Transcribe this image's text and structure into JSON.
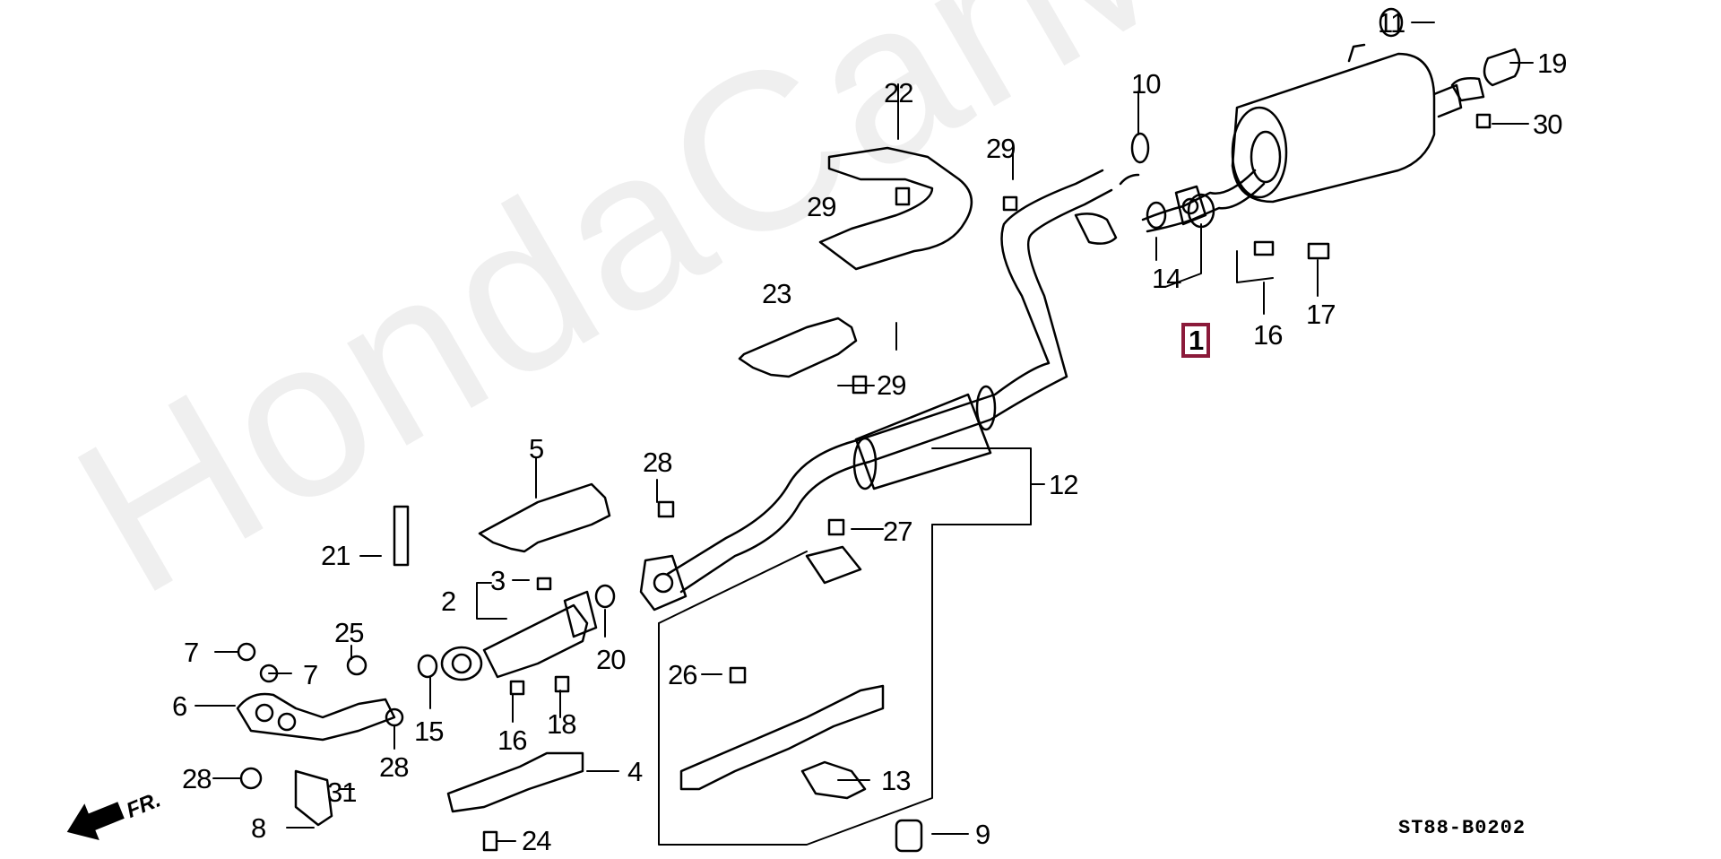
{
  "diagram": {
    "title": "Exhaust System Parts Diagram",
    "watermark": "HondaCarMine.ru",
    "diagram_code": "ST88-B0202",
    "direction_indicator": "FR.",
    "highlight_color": "#8b1a3a",
    "selected_part": "1",
    "callouts": [
      {
        "id": "c1",
        "label": "1",
        "part": "muffler assembly (highlighted)"
      },
      {
        "id": "c2",
        "label": "2",
        "part": "converter assembly"
      },
      {
        "id": "c3",
        "label": "3",
        "part": "bolt"
      },
      {
        "id": "c4",
        "label": "4",
        "part": "lower heat cover"
      },
      {
        "id": "c5",
        "label": "5",
        "part": "converter heat cover"
      },
      {
        "id": "c6",
        "label": "6",
        "part": "exhaust pipe A"
      },
      {
        "id": "c7a",
        "label": "7",
        "part": "gasket"
      },
      {
        "id": "c7b",
        "label": "7",
        "part": "gasket"
      },
      {
        "id": "c8",
        "label": "8",
        "part": "stay"
      },
      {
        "id": "c9",
        "label": "9",
        "part": "rubber mount"
      },
      {
        "id": "c10",
        "label": "10",
        "part": "rubber mount"
      },
      {
        "id": "c11",
        "label": "11",
        "part": "rubber mount"
      },
      {
        "id": "c12",
        "label": "12",
        "part": "exhaust pipe B"
      },
      {
        "id": "c13",
        "label": "13",
        "part": "stay"
      },
      {
        "id": "c14",
        "label": "14",
        "part": "gasket"
      },
      {
        "id": "c15",
        "label": "15",
        "part": "gasket"
      },
      {
        "id": "c16a",
        "label": "16",
        "part": "spring"
      },
      {
        "id": "c16b",
        "label": "16",
        "part": "spring"
      },
      {
        "id": "c17",
        "label": "17",
        "part": "bolt"
      },
      {
        "id": "c18",
        "label": "18",
        "part": "bolt"
      },
      {
        "id": "c19",
        "label": "19",
        "part": "finisher"
      },
      {
        "id": "c20",
        "label": "20",
        "part": "gasket"
      },
      {
        "id": "c21",
        "label": "21",
        "part": "oxygen sensor"
      },
      {
        "id": "c22",
        "label": "22",
        "part": "heat cover"
      },
      {
        "id": "c23",
        "label": "23",
        "part": "heat cover"
      },
      {
        "id": "c24",
        "label": "24",
        "part": "bolt"
      },
      {
        "id": "c25",
        "label": "25",
        "part": "nut"
      },
      {
        "id": "c26",
        "label": "26",
        "part": "nut"
      },
      {
        "id": "c27",
        "label": "27",
        "part": "nut"
      },
      {
        "id": "c28a",
        "label": "28",
        "part": "nut"
      },
      {
        "id": "c28b",
        "label": "28",
        "part": "nut"
      },
      {
        "id": "c28c",
        "label": "28",
        "part": "nut"
      },
      {
        "id": "c29a",
        "label": "29",
        "part": "bolt"
      },
      {
        "id": "c29b",
        "label": "29",
        "part": "bolt"
      },
      {
        "id": "c29c",
        "label": "29",
        "part": "bolt"
      },
      {
        "id": "c30",
        "label": "30",
        "part": "bolt"
      },
      {
        "id": "c31",
        "label": "31",
        "part": "bolt"
      }
    ]
  }
}
